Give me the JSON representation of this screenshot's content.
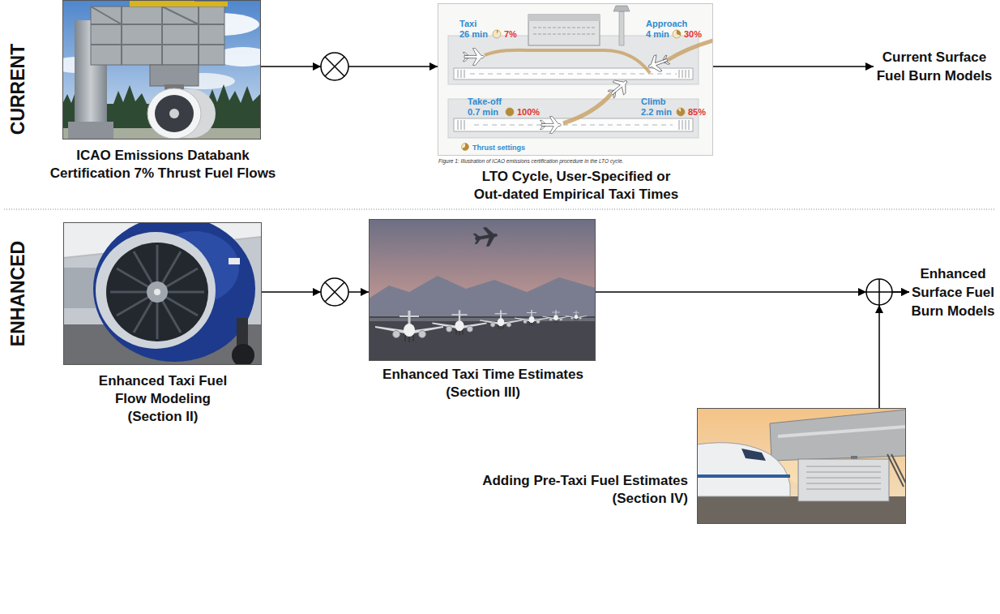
{
  "diagram": {
    "nodes": [
      {
        "text": [
          "ICAO Emissions Databank Certification 7% Thrust Fuel Flows"
        ]
      },
      {
        "text": [
          "Taxi",
          "26 min",
          "7%",
          "Approach",
          "4 min",
          "30%",
          "Take-off",
          "0.7 min",
          "100%",
          "Climb",
          "2.2 min",
          "85%",
          "Thrust settings",
          "Figure 1: Illustration of ICAO emissions certification procedure in the LTO cycle.",
          "LTO Cycle, User-Specified or Out-dated Empirical Taxi Times"
        ]
      },
      {
        "text": [
          "Current Surface Fuel Burn Models"
        ]
      },
      {
        "text": [
          "Enhanced Taxi Fuel Flow Modeling (Section II)"
        ]
      },
      {
        "text": [
          "Enhanced Taxi Time Estimates (Section III)"
        ]
      },
      {
        "text": [
          "Enhanced Surface Fuel Burn Models"
        ]
      },
      {
        "text": [
          "Adding Pre-Taxi Fuel Estimates (Section IV)"
        ]
      }
    ],
    "edges": [
      {
        "from": 0,
        "to": 1,
        "arrow": "to"
      },
      {
        "from": 1,
        "to": 2,
        "arrow": "to"
      },
      {
        "from": 3,
        "to": 4,
        "arrow": "to"
      },
      {
        "from": 4,
        "to": 5,
        "arrow": "to"
      },
      {
        "from": 6,
        "to": 5,
        "arrow": "to"
      }
    ],
    "labels": [
      "CURRENT",
      "ENHANCED"
    ]
  }
}
